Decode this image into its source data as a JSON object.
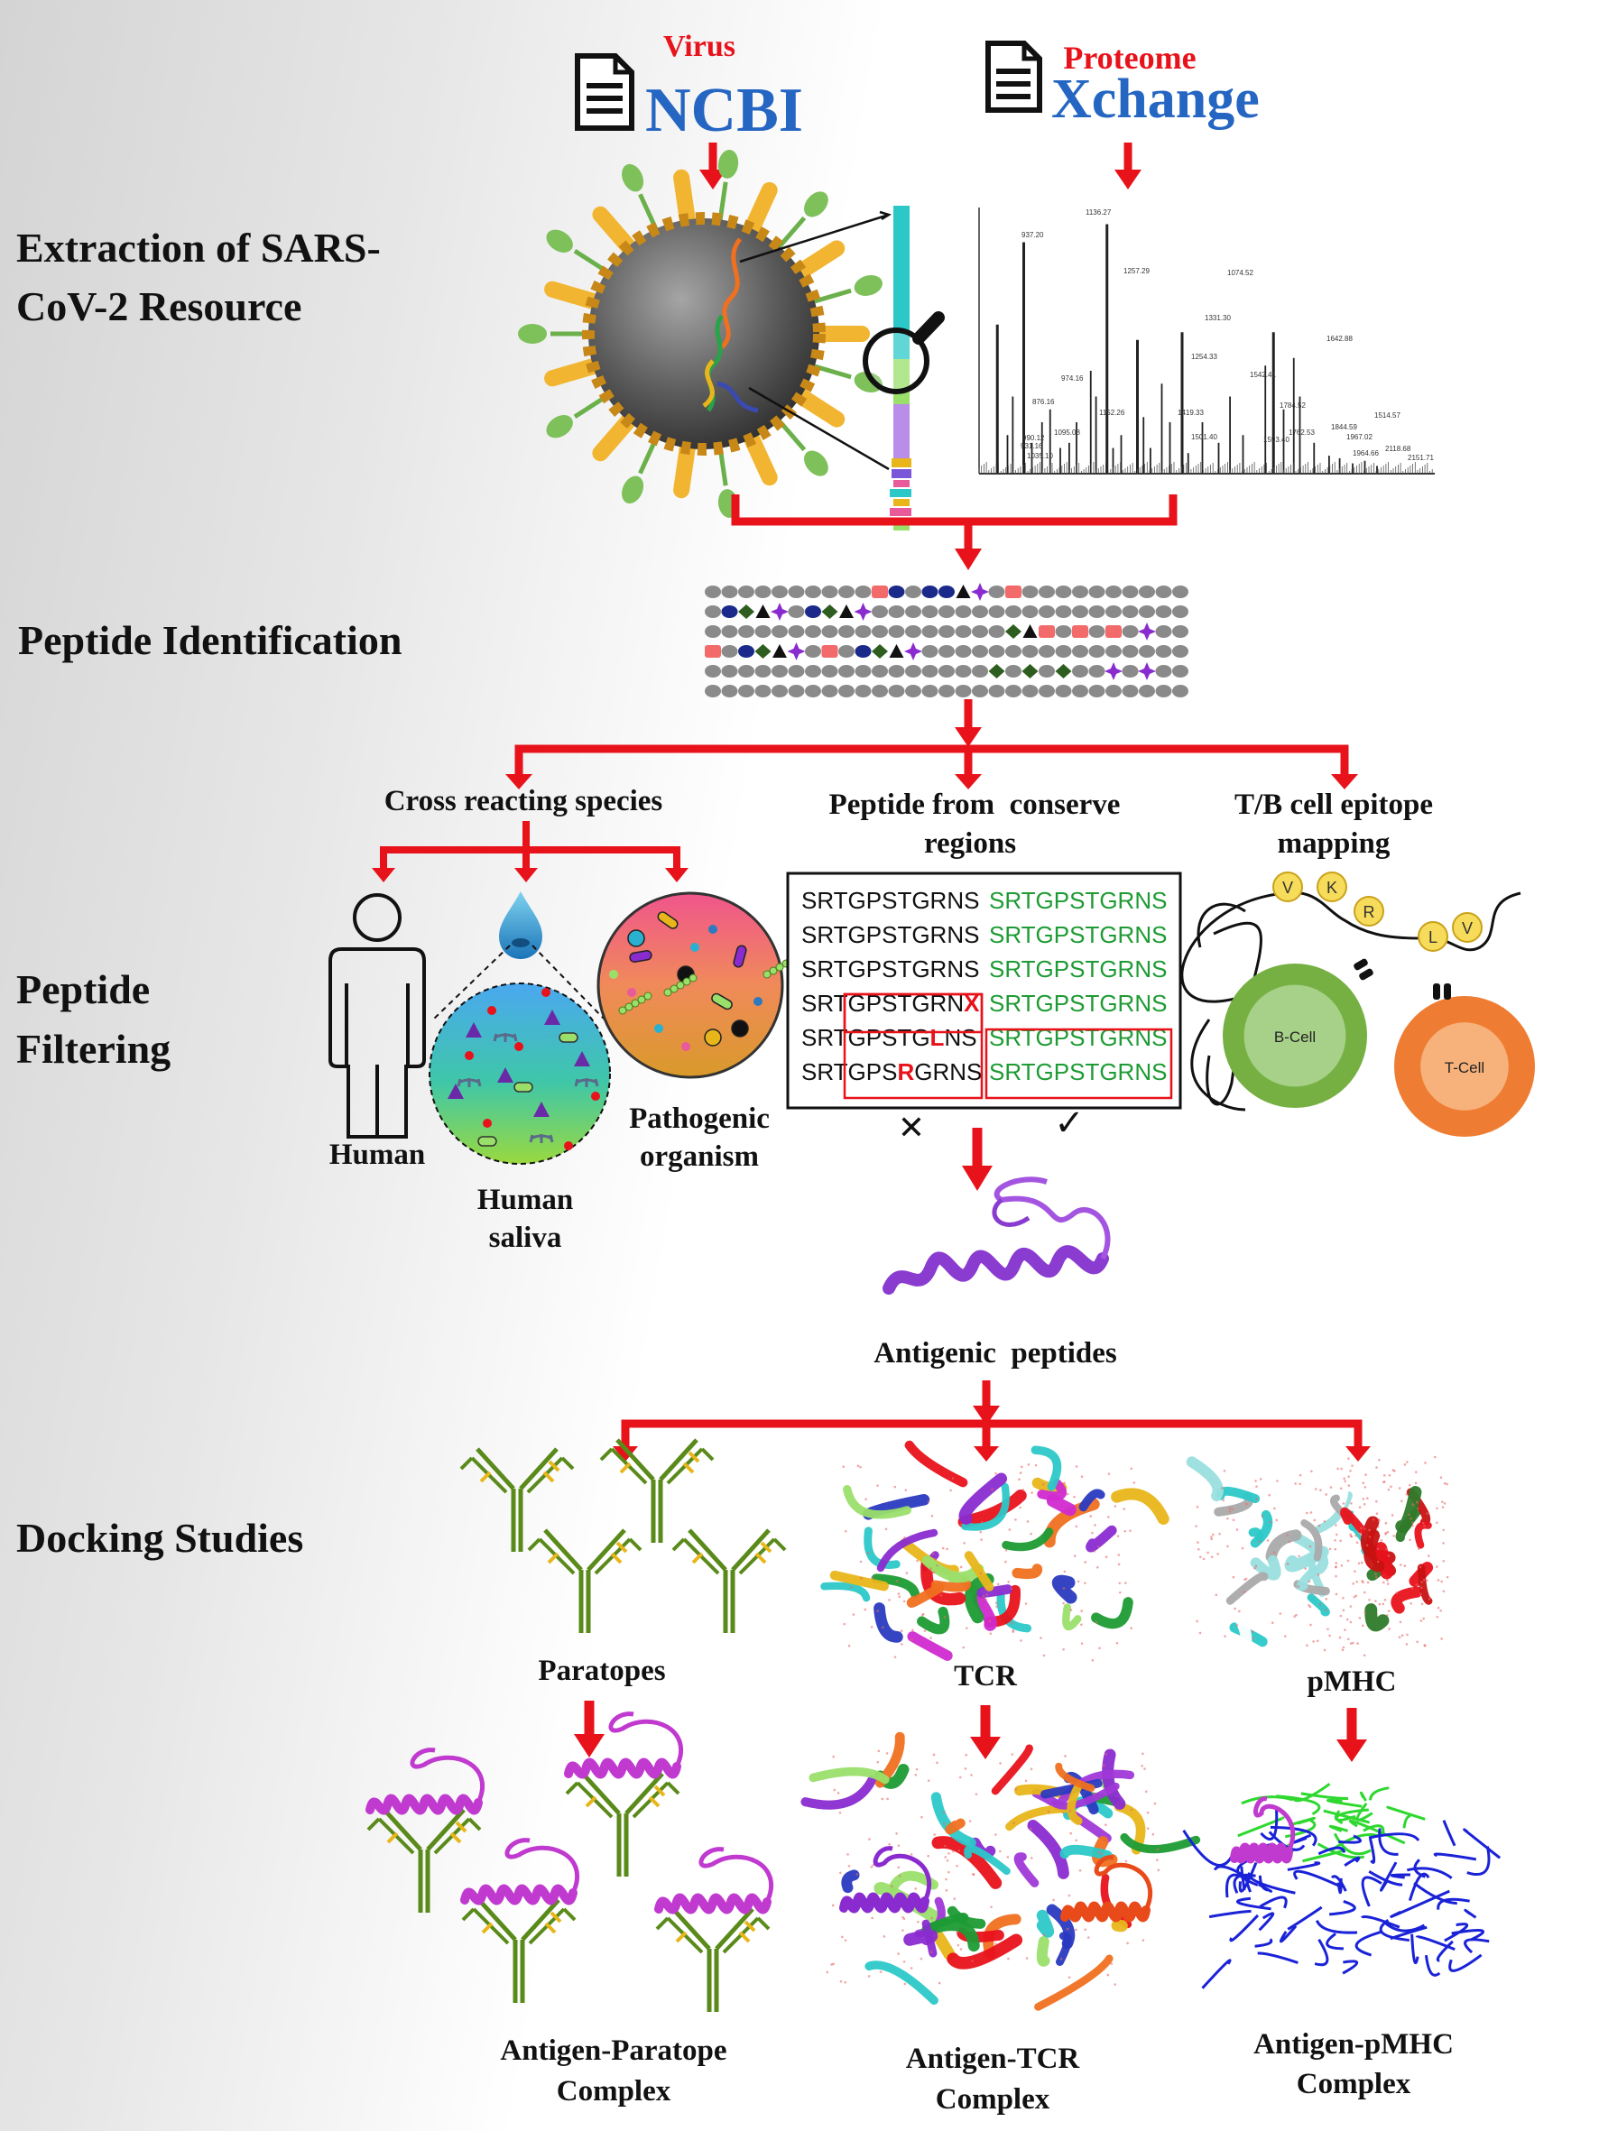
{
  "sources": {
    "ncbi": {
      "top": "Virus",
      "name": "NCBI"
    },
    "proteome": {
      "top": "Proteome",
      "name": "Xchange"
    }
  },
  "stages": {
    "extraction": [
      "Extraction of SARS-",
      "CoV-2 Resource"
    ],
    "identification": "Peptide Identification",
    "filtering": [
      "Peptide",
      "Filtering"
    ],
    "docking": "Docking Studies"
  },
  "filters": {
    "cross": {
      "title": "Cross reacting species",
      "human": "Human",
      "saliva": [
        "Human",
        "saliva"
      ],
      "pathogen": [
        "Pathogenic",
        "organism"
      ]
    },
    "conserve": {
      "title": [
        "Peptide from  conserve",
        "regions"
      ],
      "rows": [
        {
          "left": [
            "SRTGPSTGRNS"
          ],
          "right": "SRTGPSTGRNS"
        },
        {
          "left": [
            "SRTGPSTGRNS"
          ],
          "right": "SRTGPSTGRNS"
        },
        {
          "left": [
            "SRTGPSTGRNS"
          ],
          "right": "SRTGPSTGRNS"
        },
        {
          "left": [
            "SRTGPSTGRN",
            "X",
            ""
          ],
          "right": "SRTGPSTGRNS"
        },
        {
          "left": [
            "SRTGPSTG",
            "L",
            "NS"
          ],
          "right": "SRTGPSTGRNS"
        },
        {
          "left": [
            "SRTGPS",
            "R",
            "GRNS"
          ],
          "right": "SRTGPSTGRNS"
        }
      ],
      "reject_mark": "✕",
      "accept_mark": "✓"
    },
    "epitope": {
      "title": [
        "T/B cell epitope",
        "mapping"
      ],
      "residues": [
        "V",
        "K",
        "R",
        "L",
        "V"
      ],
      "bcell": "B-Cell",
      "tcell": "T-Cell"
    }
  },
  "antigenic": "Antigenic  peptides",
  "docking": {
    "targets": [
      "Paratopes",
      "TCR",
      "pMHC"
    ],
    "complexes": [
      [
        "Antigen-Paratope",
        "Complex"
      ],
      [
        "Antigen-TCR",
        "Complex"
      ],
      [
        "Antigen-pMHC",
        "Complex"
      ]
    ]
  },
  "spectrum_labels": [
    "1136.27",
    "937.20",
    "1257.29",
    "1074.52",
    "974.16",
    "1152.26",
    "1331.30",
    "1642.88",
    "1254.33",
    "1419.33",
    "1542.41",
    "1514.57",
    "876.16",
    "1095.08",
    "1501.40",
    "1784.52",
    "1844.59",
    "990.12",
    "1593.40",
    "1762.53",
    "1967.02",
    "931.16",
    "1035.10",
    "1964.66",
    "2118.68",
    "2151.71"
  ],
  "colors": {
    "arrow": "#e8121b",
    "ncbi": "#2466c2",
    "proteome_top": "#e8121b",
    "green": "#1e9b34",
    "red": "#e8121b"
  }
}
